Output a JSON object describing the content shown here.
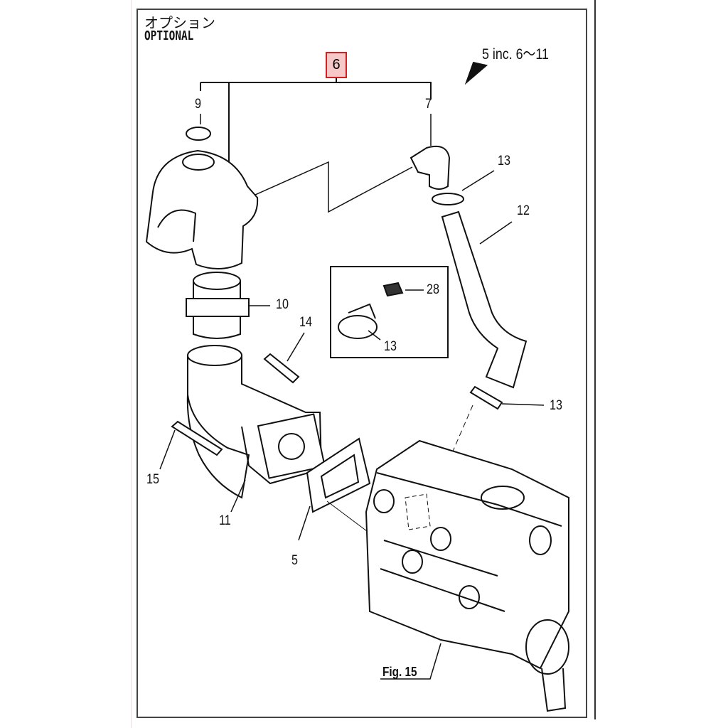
{
  "header": {
    "title_jp": "オプション",
    "title_en": "OPTIONAL"
  },
  "note": "5 inc. 6～11",
  "highlight_color": "#d02020",
  "callouts": {
    "c6": "6",
    "c9": "9",
    "c7": "7",
    "c13a": "13",
    "c12": "12",
    "c10": "10",
    "c28": "28",
    "c13b": "13",
    "c14": "14",
    "c13c": "13",
    "c15": "15",
    "c11": "11",
    "c5": "5"
  },
  "figure_ref": "Fig. 15"
}
